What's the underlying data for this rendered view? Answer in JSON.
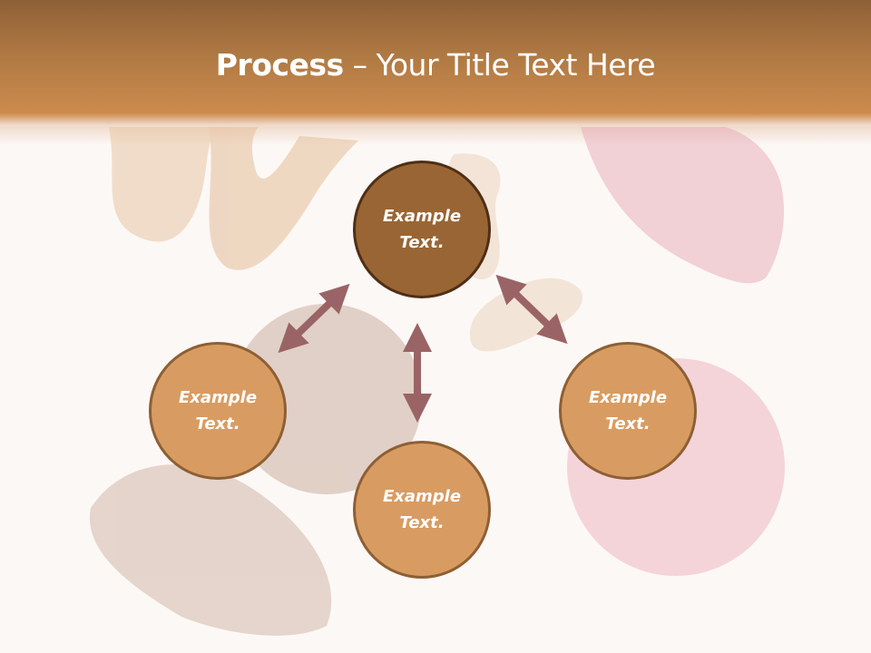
{
  "title": {
    "bold": "Process",
    "separator": " – ",
    "rest": "Your Title Text Here"
  },
  "colors": {
    "header_top": "#8f6036",
    "header_bottom": "#cd8b4c",
    "background": "#fcf8f6",
    "circle_primary": "#9a6534",
    "circle_primary_border": "#4e2f14",
    "circle_secondary": "#d89c62",
    "circle_secondary_border": "#8e5f34",
    "arrow": "#9a6466"
  },
  "nodes": [
    {
      "id": "top",
      "label": "Example\nText."
    },
    {
      "id": "left",
      "label": "Example\nText."
    },
    {
      "id": "bottom",
      "label": "Example\nText."
    },
    {
      "id": "right",
      "label": "Example\nText."
    }
  ],
  "connectors": [
    {
      "from": "top",
      "to": "left",
      "type": "double-arrow"
    },
    {
      "from": "top",
      "to": "bottom",
      "type": "double-arrow"
    },
    {
      "from": "top",
      "to": "right",
      "type": "double-arrow"
    }
  ],
  "background_images": [
    "foundation-swatch",
    "lipstick-swatch",
    "bronzer-powder",
    "liquid-foundation-drop",
    "blush-powder"
  ]
}
